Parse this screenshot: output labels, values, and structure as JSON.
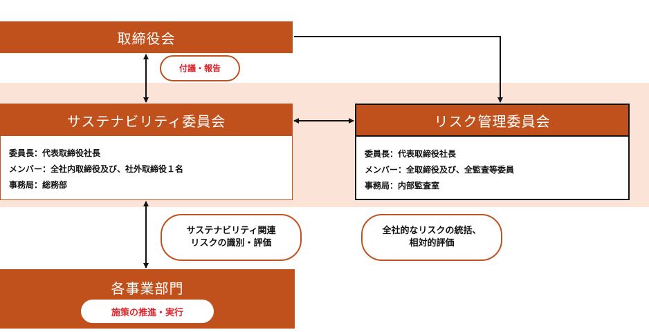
{
  "board": {
    "title": "取締役会"
  },
  "board_link": {
    "label": "付議・報告"
  },
  "sustainability_committee": {
    "title": "サステナビリティ委員会",
    "lines": [
      "委員長：代表取締役社長",
      "メンバー：全社内取締役及び、社外取締役１名",
      "事務局：総務部"
    ]
  },
  "risk_committee": {
    "title": "リスク管理委員会",
    "lines": [
      "委員長：代表取締役社長",
      "メンバー：全取締役及び、全監査等委員",
      "事務局：内部監査室"
    ]
  },
  "sustainability_link": {
    "lines": [
      "サステナビリティ関連",
      "リスクの識別・評価"
    ]
  },
  "risk_link": {
    "lines": [
      "全社的なリスクの統括、",
      "相対的評価"
    ]
  },
  "divisions": {
    "title": "各事業部門",
    "label": "施策の推進・実行"
  },
  "colors": {
    "accent": "#c0501c",
    "band": "#fbe3d8",
    "red_text": "#d9262b"
  }
}
